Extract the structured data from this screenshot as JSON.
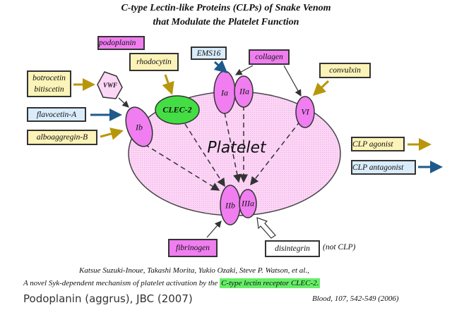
{
  "title": {
    "line1": "C-type Lectin-like Proteins (CLPs)  of Snake Venom",
    "line2": "that Modulate the Platelet Function"
  },
  "cell_label": "Platelet",
  "receptors": {
    "ib": "Ib",
    "clec2": "CLEC-2",
    "ia": "Ia",
    "iia": "IIa",
    "vi": "VI",
    "iib": "IIb",
    "iiia": "IIIa",
    "vwf": "VWF"
  },
  "ligands": {
    "podoplanin": "podoplanin",
    "rhodocytin": "rhodocytin",
    "ems16": "EMS16",
    "collagen": "collagen",
    "convulxin": "convulxin",
    "botrocetin": "botrocetin",
    "bitiscetin": "bitiscetin",
    "flavocetin": "flavocetin-A",
    "alboaggregin": "alboaggregin-B",
    "fibrinogen": "fibrinogen",
    "disintegrin": "disintegrin",
    "disintegrin_note": "(not CLP)"
  },
  "legend": {
    "agonist": "CLP agonist",
    "antagonist": "CLP antagonist"
  },
  "colors": {
    "agonist_arrow": "#b8960c",
    "antagonist_arrow": "#1f5a8a",
    "pink": "#f07ef0",
    "clec2_green": "#44dd44",
    "highlight": "#66ee66"
  },
  "citation": {
    "authors": "Katsue Suzuki-Inoue, Takashi Morita, Yukio Ozaki, Steve P. Watson, et al.,",
    "line2": "A novel Syk-dependent mechanism of platelet activation by the",
    "line2_highlight": "C-type lectin receptor CLEC-2.",
    "overlay": "Podoplanin (aggrus), JBC (2007)",
    "journal": "Blood, 107, 542-549 (2006)"
  }
}
